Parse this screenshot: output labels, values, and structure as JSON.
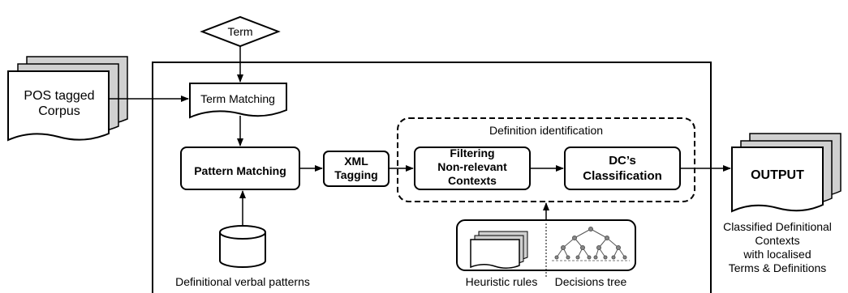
{
  "inputs": {
    "term": "Term",
    "corpus": [
      "POS tagged",
      "Corpus"
    ]
  },
  "steps": {
    "term_matching": "Term Matching",
    "pattern_matching": "Pattern Matching",
    "xml_tagging": [
      "XML",
      "Tagging"
    ],
    "filtering": [
      "Filtering",
      "Non-relevant",
      "Contexts"
    ],
    "dc_classification": [
      "DC’s",
      "Classification"
    ]
  },
  "group": {
    "definition_identification": "Definition identification"
  },
  "resources": {
    "verbal_patterns": "Definitional verbal patterns",
    "heuristic_rules": "Heuristic rules",
    "decisions_tree": "Decisions tree"
  },
  "output": {
    "label": "OUTPUT",
    "caption": [
      "Classified Definitional",
      "Contexts",
      "with localised",
      "Terms & Definitions"
    ]
  }
}
